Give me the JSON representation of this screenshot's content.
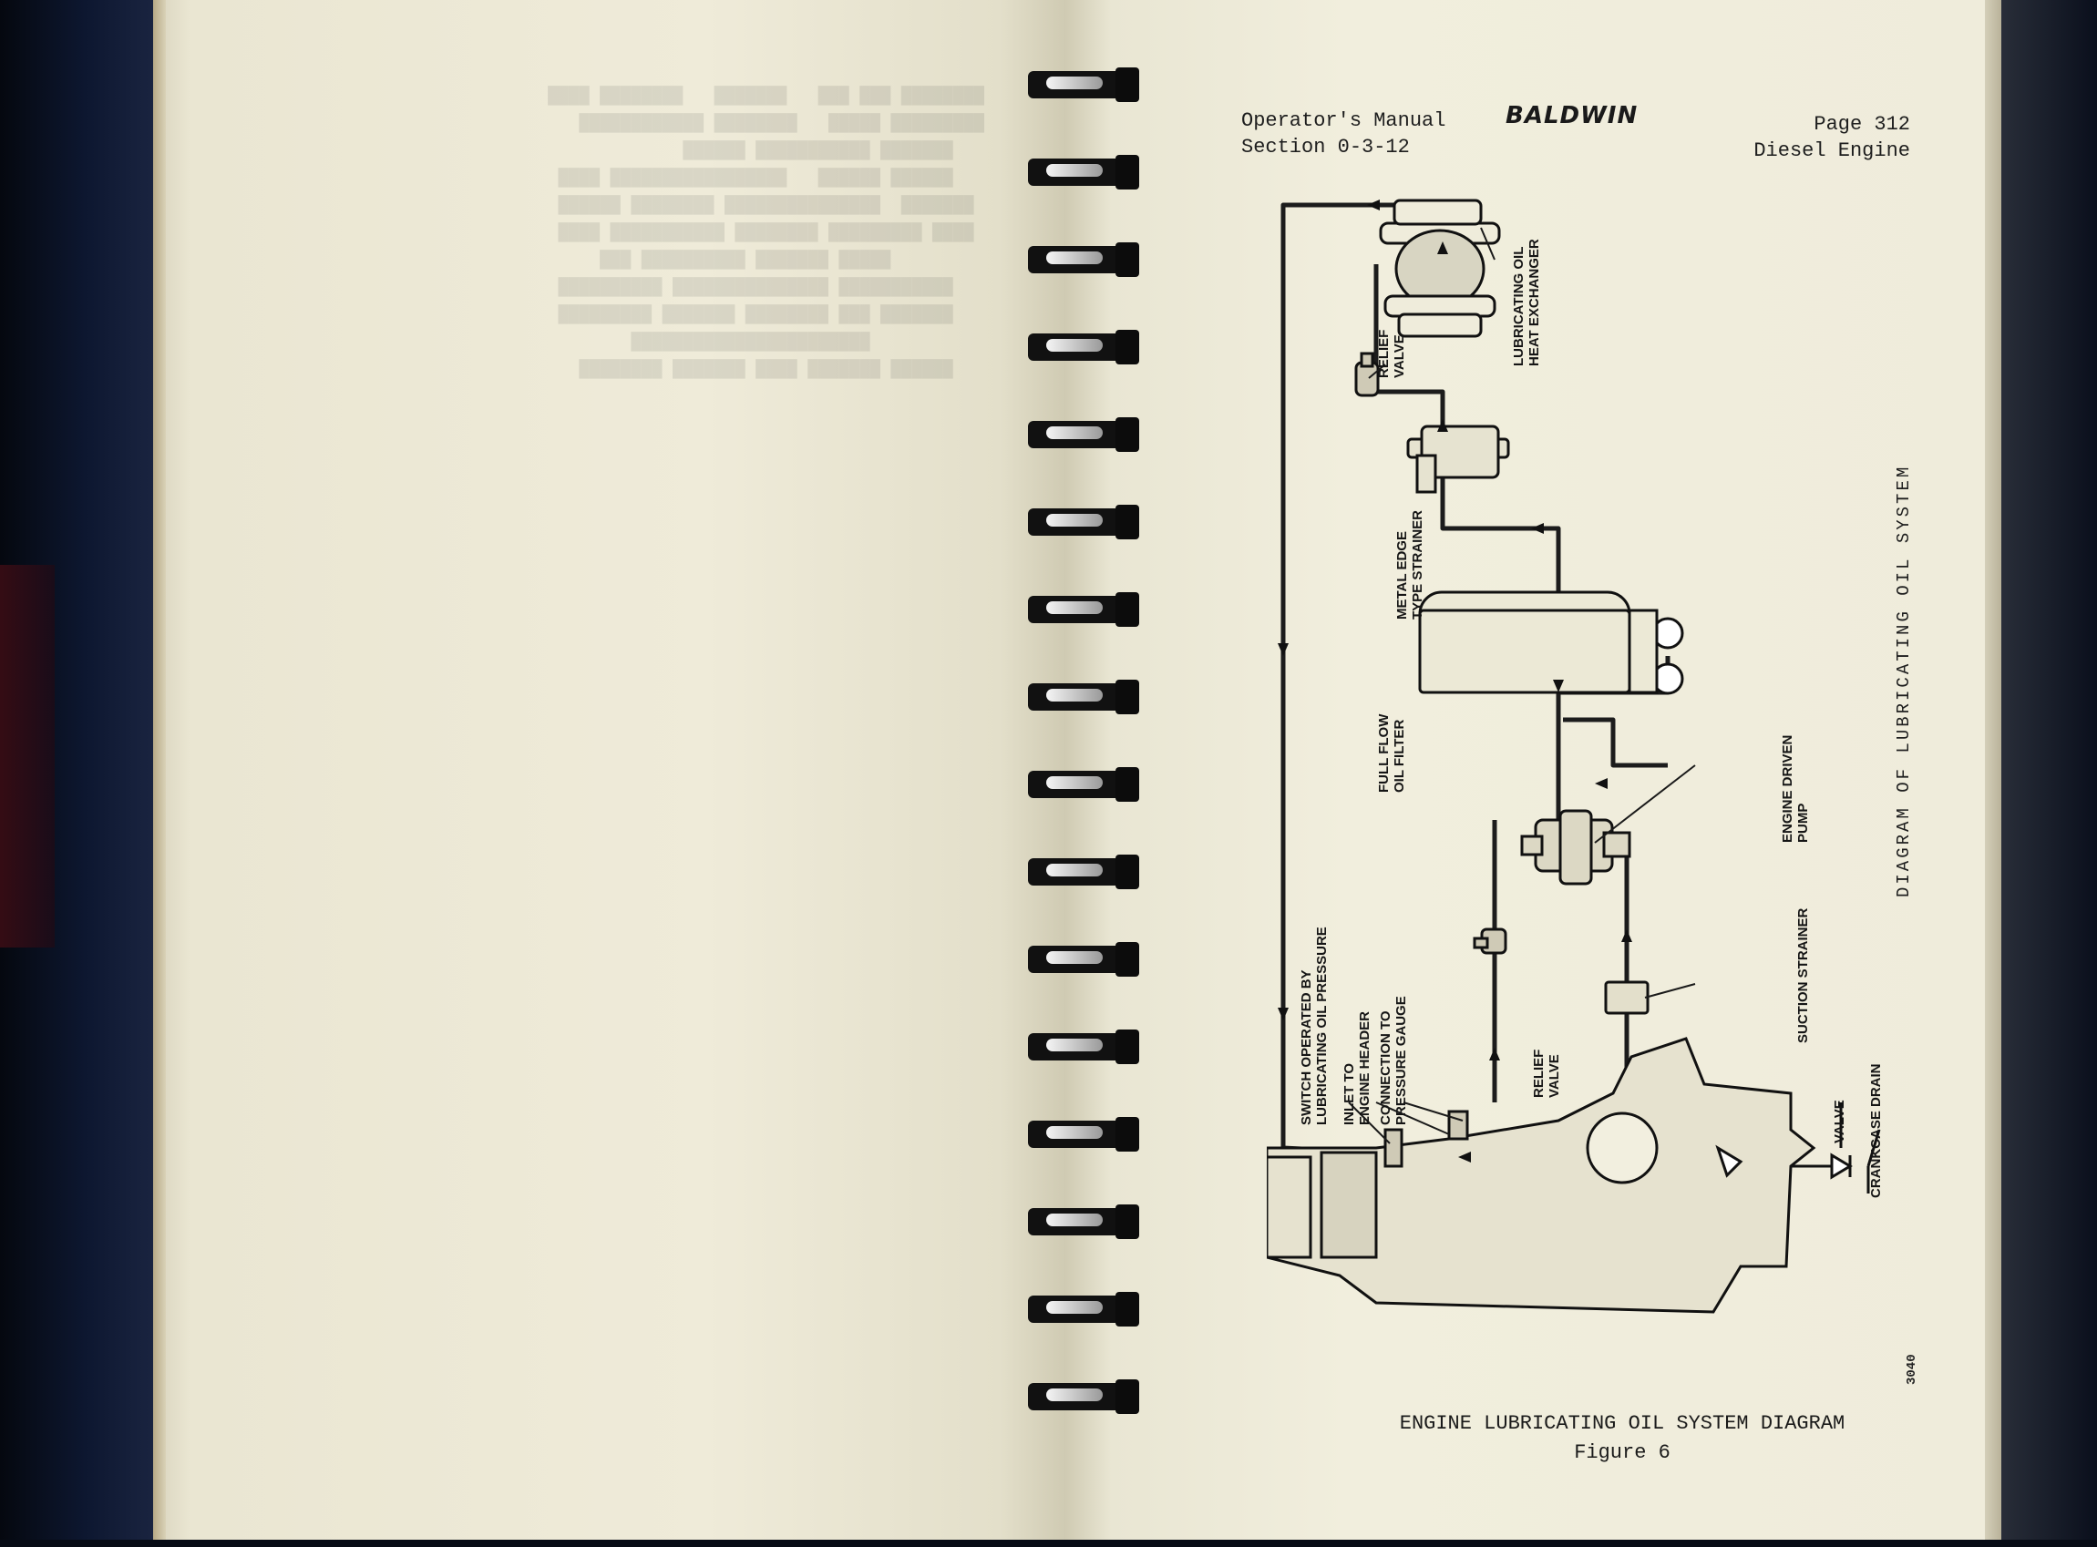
{
  "header": {
    "manual_line1": "Operator's Manual",
    "manual_line2": "Section 0-3-12",
    "brand": "BALDWIN",
    "page_line1": "Page 312",
    "page_line2": "Diesel Engine"
  },
  "diagram": {
    "title": "DIAGRAM OF LUBRICATING OIL SYSTEM",
    "figure_number": "3040",
    "labels": {
      "relief_valve_top": [
        "RELIEF",
        "VALVE"
      ],
      "heat_exchanger": [
        "LUBRICATING OIL",
        "HEAT EXCHANGER"
      ],
      "metal_edge_strainer": [
        "METAL EDGE",
        "TYPE STRAINER"
      ],
      "full_flow_filter": [
        "FULL FLOW",
        "OIL FILTER"
      ],
      "engine_driven_pump": [
        "ENGINE DRIVEN",
        "PUMP"
      ],
      "suction_strainer": [
        "SUCTION STRAINER"
      ],
      "switch": [
        "SWITCH OPERATED BY",
        "LUBRICATING OIL PRESSURE"
      ],
      "inlet": [
        "INLET TO",
        "ENGINE HEADER"
      ],
      "connection": [
        "CONNECTION TO",
        "PRESSURE GAUGE"
      ],
      "relief_valve_bottom": [
        "RELIEF",
        "VALVE"
      ],
      "valve": [
        "VALVE"
      ],
      "crankcase_drain": [
        "CRANKCASE DRAIN"
      ]
    }
  },
  "caption": {
    "title": "ENGINE LUBRICATING OIL SYSTEM DIAGRAM",
    "figure": "Figure 6"
  }
}
